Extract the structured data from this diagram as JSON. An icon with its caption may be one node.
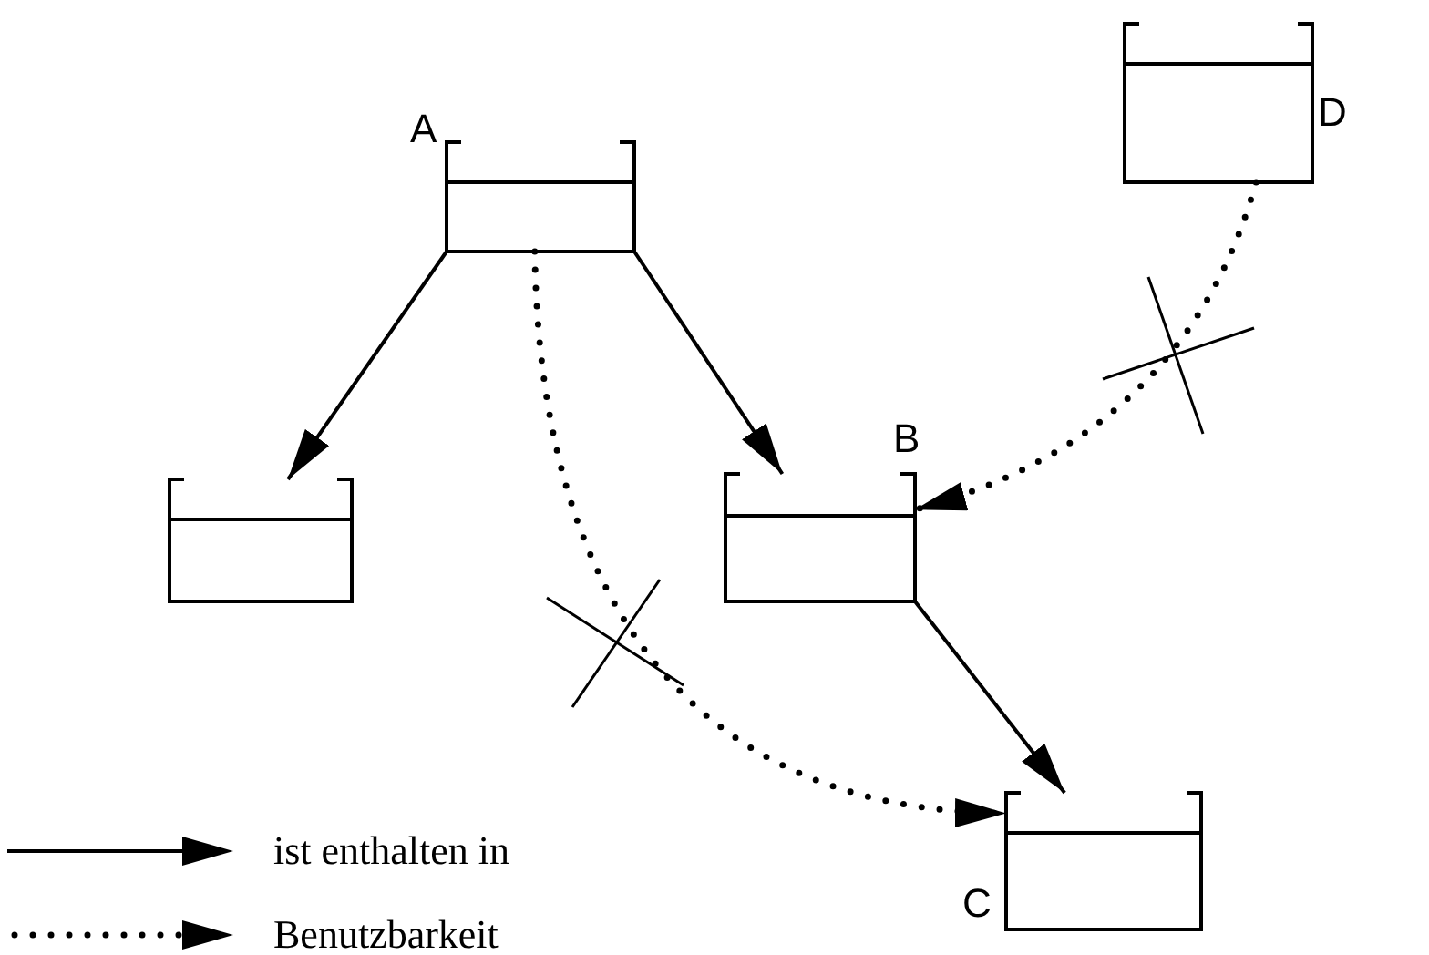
{
  "diagram": {
    "nodes": [
      {
        "text": [
          "A"
        ]
      },
      {
        "text": [
          "D"
        ]
      },
      {
        "text": [],
        "shape": "box"
      },
      {
        "text": [
          "B"
        ]
      },
      {
        "text": [
          "C"
        ]
      }
    ],
    "edges": [
      {
        "from": 0,
        "to": 2,
        "arrow": "to"
      },
      {
        "from": 0,
        "to": 3,
        "arrow": "to"
      },
      {
        "from": 3,
        "to": 4,
        "arrow": "to"
      },
      {
        "from": 0,
        "to": 4,
        "arrow": "to",
        "style": "dashed"
      },
      {
        "from": 1,
        "to": 3,
        "arrow": "to",
        "style": "dashed"
      }
    ],
    "legend": [
      {
        "text": "ist enthalten in"
      },
      {
        "text": "Benutzbarkeit"
      }
    ]
  }
}
